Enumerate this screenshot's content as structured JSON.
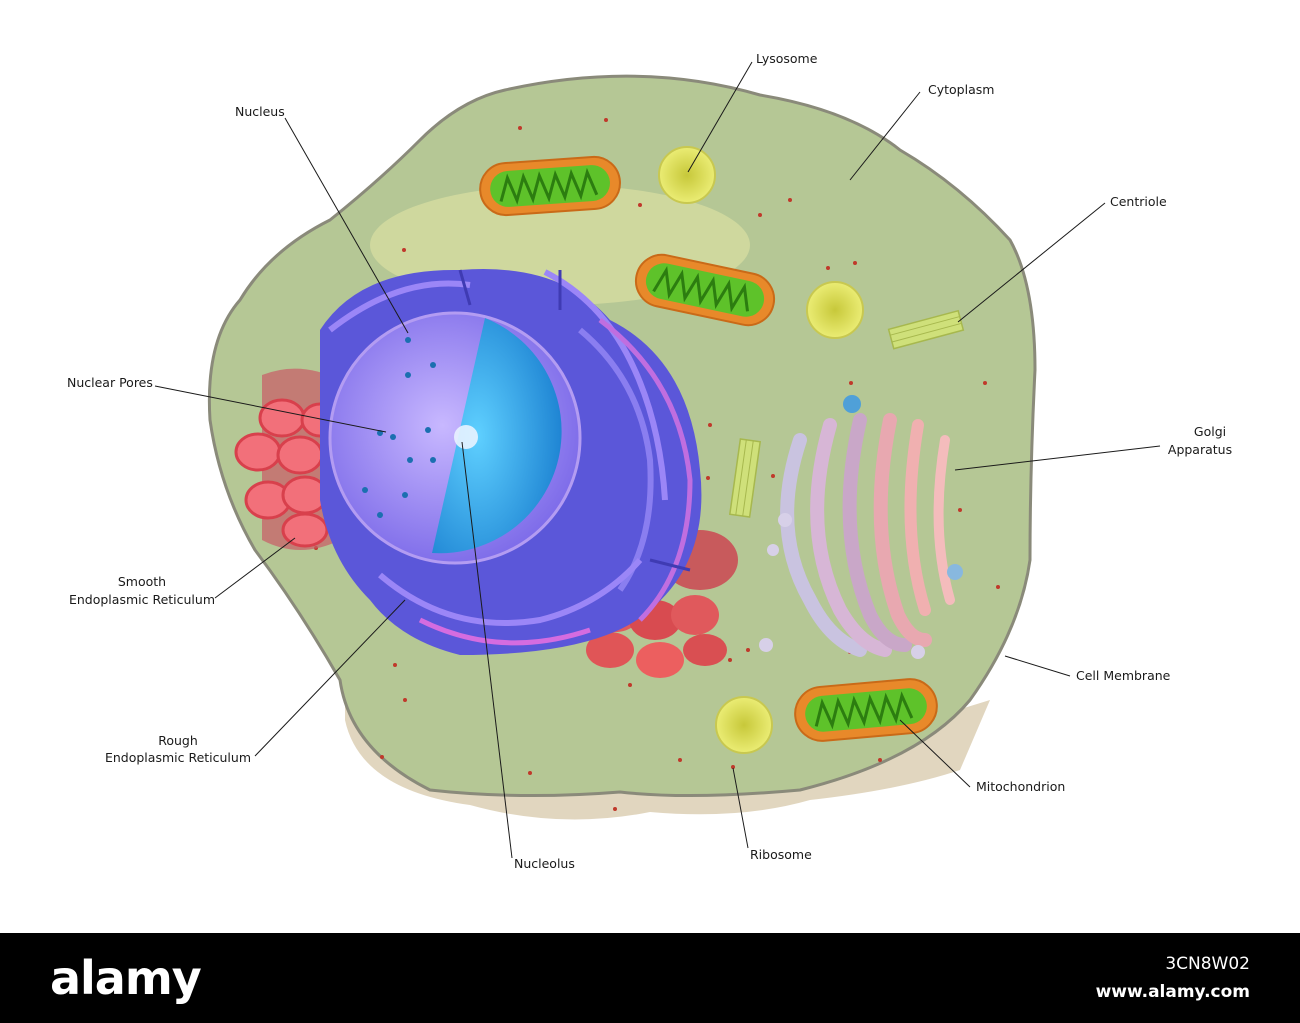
{
  "labels": {
    "nucleus": "Nucleus",
    "lysosome": "Lysosome",
    "cytoplasm": "Cytoplasm",
    "centriole": "Centriole",
    "nuclear_pores": "Nuclear Pores",
    "golgi_line1": "Golgi",
    "golgi_line2": "Apparatus",
    "smooth_er_line1": "Smooth",
    "smooth_er_line2": "Endoplasmic Reticulum",
    "cell_membrane": "Cell Membrane",
    "rough_er_line1": "Rough",
    "rough_er_line2": "Endoplasmic Reticulum",
    "mitochondrion": "Mitochondrion",
    "ribosome": "Ribosome",
    "nucleolus": "Nucleolus"
  },
  "watermark": {
    "brand": "alamy",
    "image_id": "3CN8W02",
    "url": "www.alamy.com"
  },
  "colors": {
    "cytoplasm": "#b5c795",
    "membrane": "#8a8a7a",
    "nucleus_cut": "#2f9be0",
    "nucleus_outer": "#8a7ef0",
    "rough_er": "#5b57d9",
    "smooth_er": "#e8505a",
    "mitochondrion_outer": "#e8892a",
    "mitochondrion_inner": "#5ec22a",
    "lysosome": "#d8dc5a",
    "golgi": "#c9a7c8",
    "ribosome": "#c0392b",
    "footer": "#000000"
  }
}
